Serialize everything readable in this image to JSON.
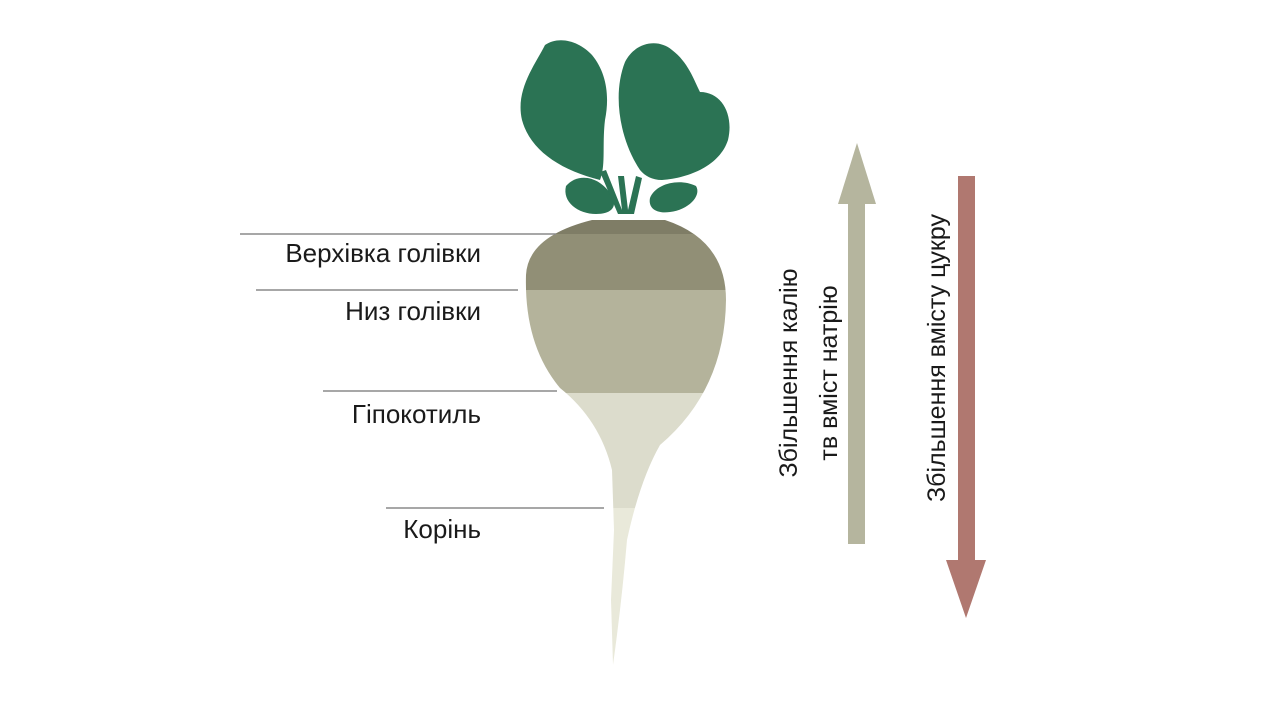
{
  "labels": {
    "crown_top": "Верхівка голівки",
    "crown_bottom": "Низ голівки",
    "hypocotyl": "Гіпокотиль",
    "root": "Корінь"
  },
  "arrows": {
    "potassium_sodium": {
      "line1": "Збільшення калію",
      "line2": "тв вміст натрію",
      "direction": "up",
      "color": "#b5b59e"
    },
    "sugar": {
      "text": "Збільшення вмісту цукру",
      "direction": "down",
      "color": "#b07870"
    }
  },
  "colors": {
    "leaves": "#2b7354",
    "crown_top": "#7f7d66",
    "crown_bottom": "#918f76",
    "upper_root": "#b4b39b",
    "hypocotyl": "#dcdccc",
    "root": "#e9e9da"
  }
}
